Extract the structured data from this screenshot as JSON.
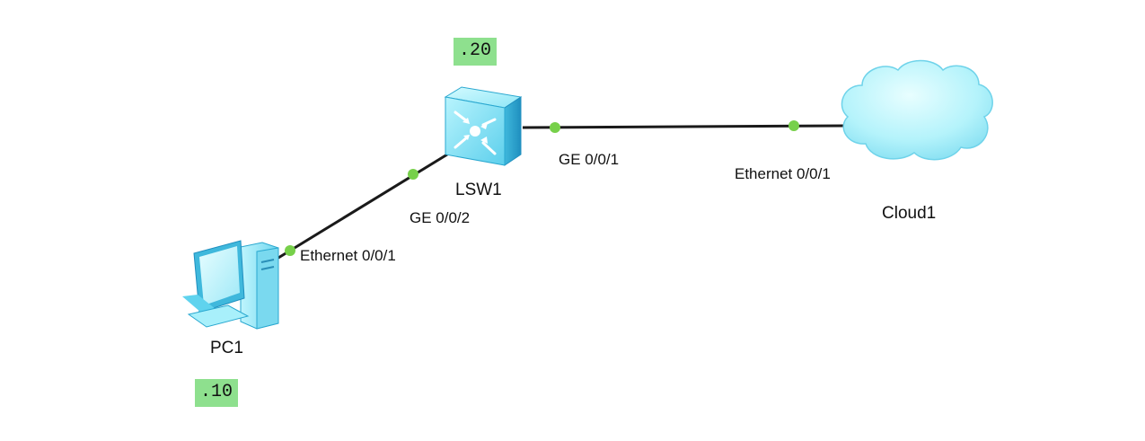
{
  "colors": {
    "link": "#1a1a1a",
    "port_dot": "#77d04a",
    "note_bg": "#8ee08e",
    "device_light": "#a8f0fb",
    "device_mid": "#5fd3ee",
    "device_dark": "#2aa8d0"
  },
  "devices": {
    "pc1": {
      "label": "PC1",
      "icon": "pc-icon"
    },
    "lsw1": {
      "label": "LSW1",
      "icon": "switch-icon"
    },
    "cloud1": {
      "label": "Cloud1",
      "icon": "cloud-icon"
    }
  },
  "ports": {
    "pc1_eth": "Ethernet 0/0/1",
    "lsw1_ge2": "GE 0/0/2",
    "lsw1_ge1": "GE 0/0/1",
    "cloud1_eth": "Ethernet 0/0/1"
  },
  "notes": {
    "switch_ip": ".20",
    "pc_ip": ".10"
  }
}
